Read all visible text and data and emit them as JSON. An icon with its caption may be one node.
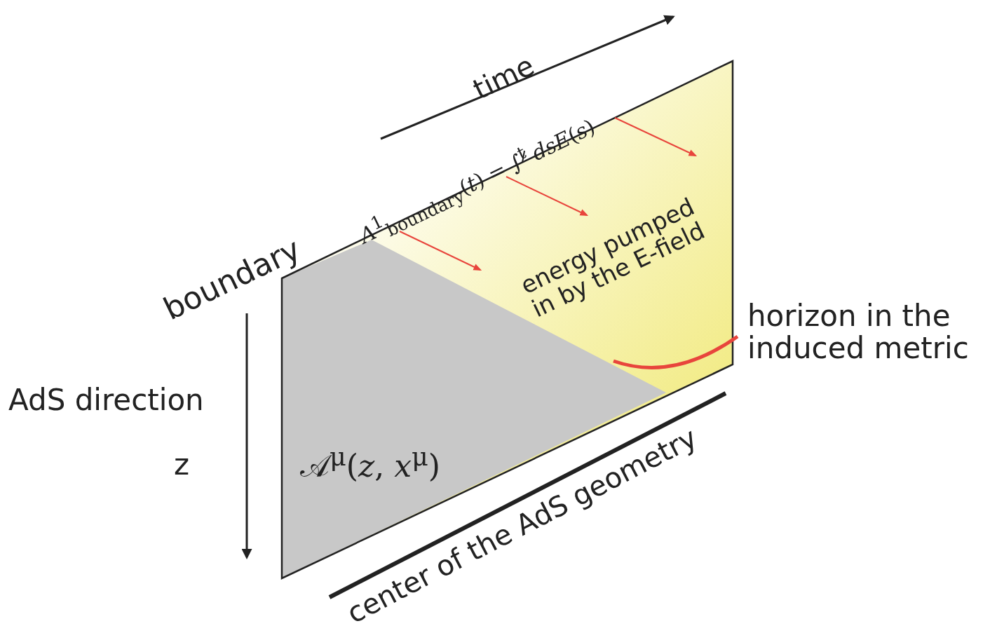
{
  "diagram": {
    "labels": [
      "time",
      "*A*$^{1}$$_{boundary}$(*t*) = ∫$^{t}$ *dsE*(*s*)",
      "boundary",
      "energy pumped in by the E-field",
      "horizon in the induced metric",
      "AdS direction",
      "z",
      "𝒜$^{μ}$(*z*, *x*$^{μ}$)",
      "center of the AdS geometry"
    ]
  }
}
